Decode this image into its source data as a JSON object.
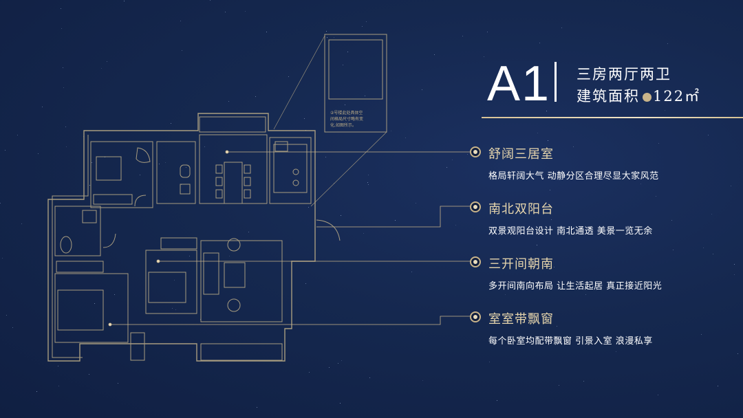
{
  "title": {
    "unit_code": "A1",
    "layout": "三房两厅两卫",
    "area_label": "建筑面积",
    "area_value": "122",
    "area_unit": "㎡"
  },
  "floorplan": {
    "callout_note_line1": "②号楼此处具体空",
    "callout_note_line2": "间格局尺寸略有变",
    "callout_note_line3": "化,如图所示。"
  },
  "features": [
    {
      "title": "舒阔三居室",
      "desc": "格局轩阔大气 动静分区合理尽显大家风范"
    },
    {
      "title": "南北双阳台",
      "desc": "双景观阳台设计 南北通透 美景一览无余"
    },
    {
      "title": "三开间朝南",
      "desc": "多开间南向布局 让生活起居 真正接近阳光"
    },
    {
      "title": "室室带飘窗",
      "desc": "每个卧室均配带飘窗 引景入室 浪漫私享"
    }
  ],
  "colors": {
    "background": "#15284f",
    "accent_gold": "#c9b48a",
    "plan_line": "#b9aa86",
    "text": "#ffffff"
  }
}
